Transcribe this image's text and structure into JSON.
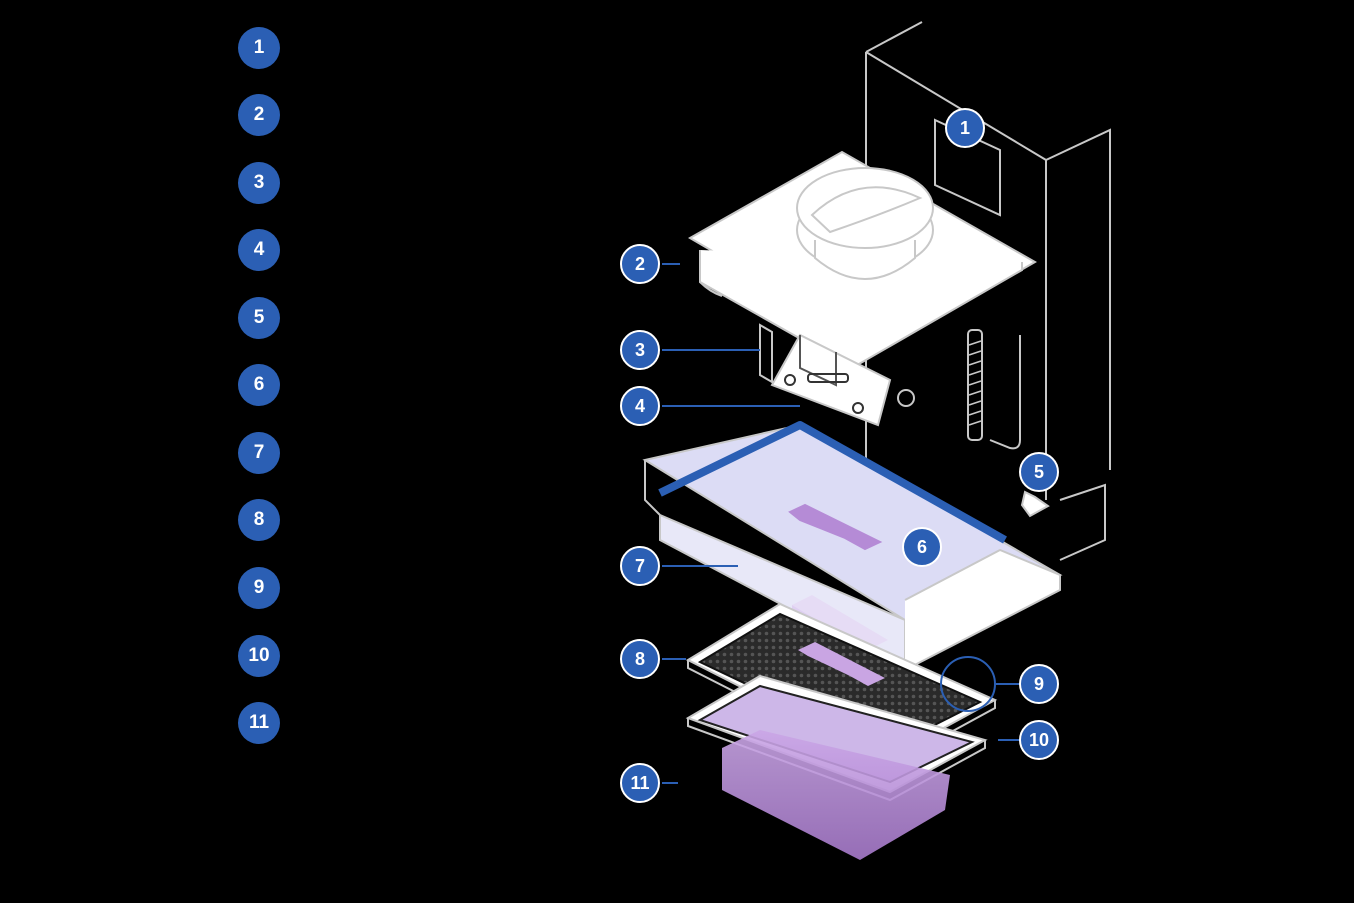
{
  "legend": {
    "items": [
      {
        "number": "1"
      },
      {
        "number": "2"
      },
      {
        "number": "3"
      },
      {
        "number": "4"
      },
      {
        "number": "5"
      },
      {
        "number": "6"
      },
      {
        "number": "7"
      },
      {
        "number": "8"
      },
      {
        "number": "9"
      },
      {
        "number": "10"
      },
      {
        "number": "11"
      }
    ]
  },
  "callouts": [
    "1",
    "2",
    "3",
    "4",
    "5",
    "6",
    "7",
    "8",
    "9",
    "10",
    "11"
  ],
  "colors": {
    "background": "#000000",
    "badge": "#2b5fb4",
    "outline": "#c8c8c8",
    "part_fill": "#ffffff",
    "tank_tint": "#dcdcf5",
    "print_purple": "#b58bd6",
    "blue_edge": "#2b5fb4"
  }
}
